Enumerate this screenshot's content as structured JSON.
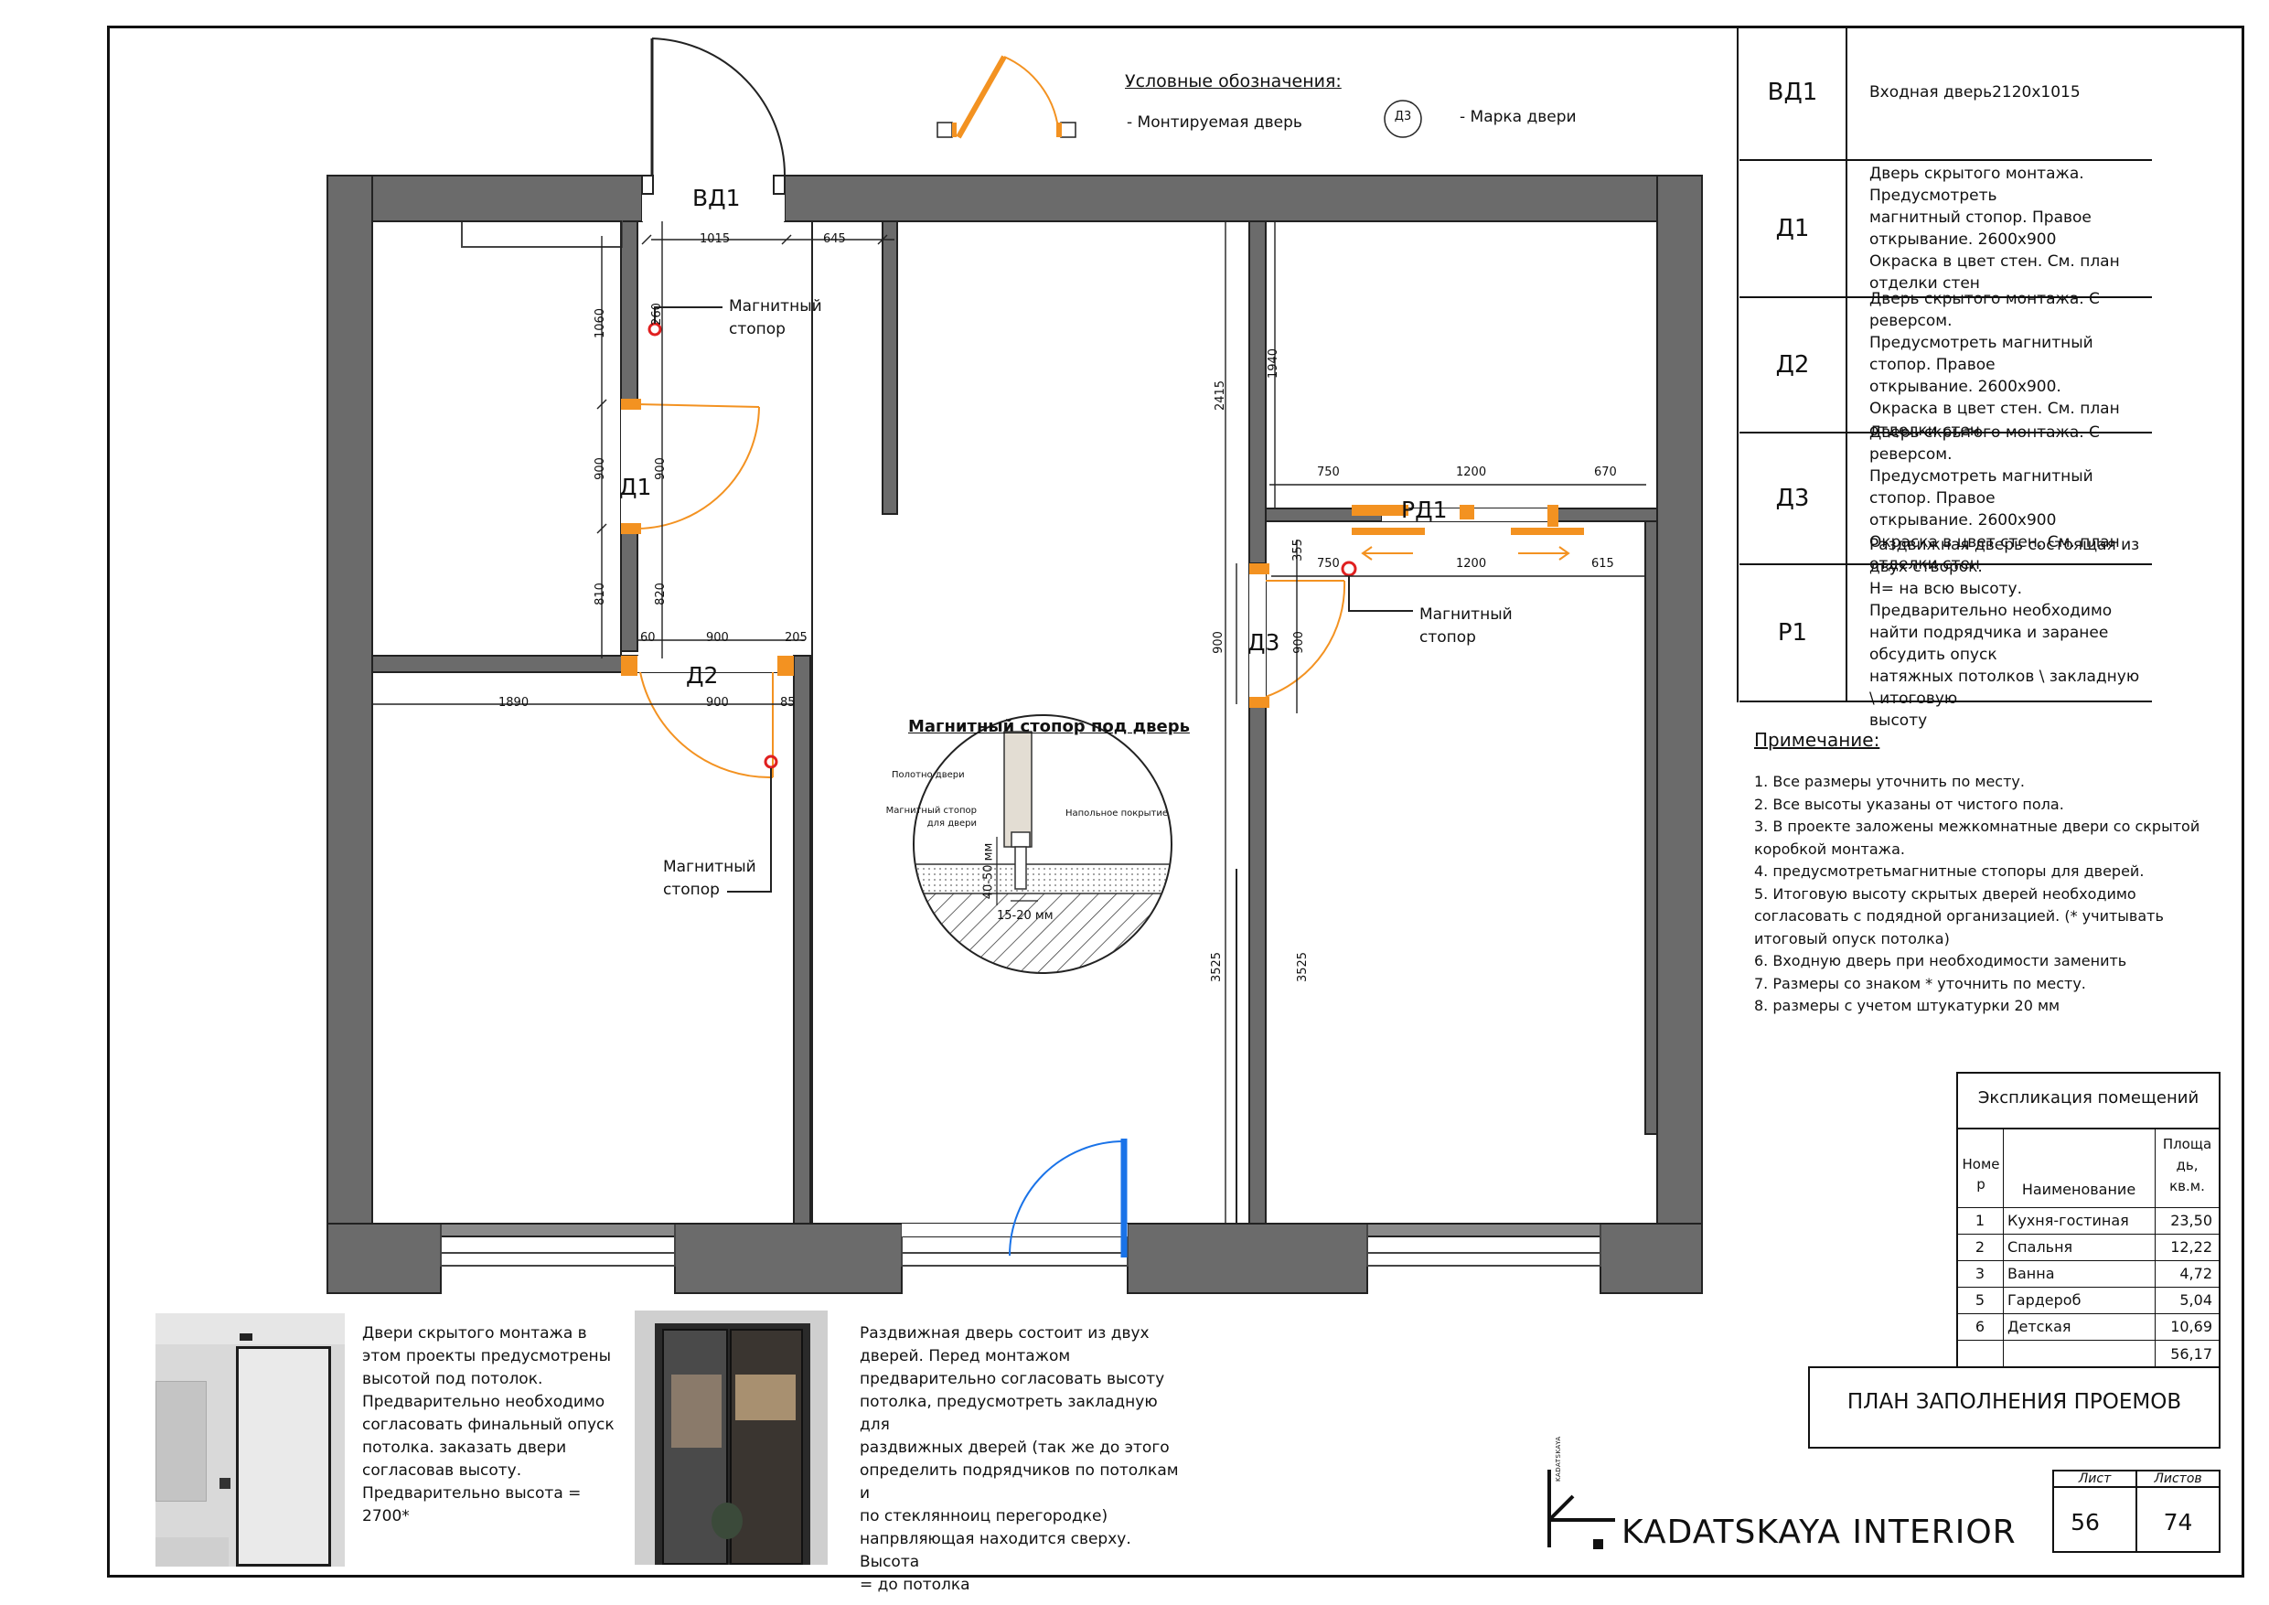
{
  "legend": {
    "title": "Условные обозначения:",
    "mounted_door": "- Монтируемая дверь",
    "door_tag_symbol": "Д3",
    "door_tag_label": "- Марка двери"
  },
  "plan_labels": {
    "vd1": "ВД1",
    "d1": "Д1",
    "d2": "Д2",
    "d3": "Д3",
    "rd1": "РД1",
    "stopper_1": "Магнитный\nстопор",
    "stopper_2": "Магнитный\nстопор",
    "stopper_3": "Магнитный\nстопор"
  },
  "dimensions": {
    "d_1015": "1015",
    "d_645": "645",
    "d_1060": "1060",
    "d_260": "260",
    "d_900_left": "900",
    "d_900_right": "900",
    "d_810": "810",
    "d_820": "820",
    "d_60": "60",
    "d_900_top": "900",
    "d_205": "205",
    "d_1890": "1890",
    "d_900_mid": "900",
    "d_85": "85",
    "d_2415": "2415",
    "d_1940": "1940",
    "d_750_a": "750",
    "d_1200_a": "1200",
    "d_670": "670",
    "d_355": "355",
    "d_750_b": "750",
    "d_1200_b": "1200",
    "d_615": "615",
    "d_900_d3a": "900",
    "d_900_d3b": "900",
    "d_3525_a": "3525",
    "d_3525_b": "3525"
  },
  "detail": {
    "title": "Магнитный стопор под дверь",
    "door_leaf": "Полотно двери",
    "stopper_for_door": "Магнитный стопор для двери",
    "floor": "Напольное покрытие",
    "dim_height": "40-50 мм",
    "dim_width": "15-20 мм"
  },
  "spec_table": [
    {
      "code": "ВД1",
      "text": "Входная дверь2120х1015"
    },
    {
      "code": "Д1",
      "text": "Дверь скрытого монтажа.  Предусмотреть\nмагнитный стопор. Правое\n открывание. 2600х900\nОкраска в цвет стен. См. план отделки стен"
    },
    {
      "code": "Д2",
      "text": "Дверь скрытого монтажа.  С реверсом.\nПредусмотреть магнитный стопор. Правое\n открывание. 2600х900.\nОкраска в цвет стен. См. план отделки стен"
    },
    {
      "code": "Д3",
      "text": "Дверь скрытого монтажа.  С реверсом.\nПредусмотреть магнитный стопор. Правое\n открывание. 2600х900\nОкраска в цвет стен. См. план отделки стен"
    },
    {
      "code": "Р1",
      "text": "Раздвижная дверь состоящая из двух створок.\nН= на всю высоту. Предварительно необходимо\nнайти подрядчика и заранее обсудить опуск\nнатяжных потолков \\ закладную \\ итоговую\nвысоту"
    }
  ],
  "notes": {
    "title": "Примечание:",
    "items": [
      "1. Все размеры уточнить по месту.",
      "2. Все высоты указаны от чистого пола.",
      "3. В проекте заложены межкомнатные двери со скрытой\n коробкой монтажа.",
      "4. предусмотретьмагнитные стопоры для дверей.",
      "5. Итоговую высоту скрытых дверей необходимо\n согласовать с подядной организацией. (* учитывать\n итоговый опуск потолка)",
      "6. Входную дверь при необходимости заменить",
      "7. Размеры со знаком *  уточнить по месту.",
      "8. размеры с учетом штукатурки 20 мм"
    ]
  },
  "explication": {
    "title": "Экспликация помещений",
    "col_num": "Номе\nр",
    "col_name": "Наименование",
    "col_area": "Площа\nдь,\nкв.м.",
    "rows": [
      {
        "num": "1",
        "name": "Кухня-гостиная",
        "area": "23,50"
      },
      {
        "num": "2",
        "name": "Спальня",
        "area": "12,22"
      },
      {
        "num": "3",
        "name": "Ванна",
        "area": "4,72"
      },
      {
        "num": "5",
        "name": "Гардероб",
        "area": "5,04"
      },
      {
        "num": "6",
        "name": "Детская",
        "area": "10,69"
      }
    ],
    "total": "56,17"
  },
  "caption_left": "Двери скрытого монтажа в\nэтом проекты предусмотрены\nвысотой под потолок.\nПредварительно необходимо\nсогласовать финальный опуск\nпотолка. заказать двери\nсогласовав высоту.\nПредварительно   высота =\n2700*",
  "caption_right": "Раздвижная дверь состоит из двух\nдверей. Перед монтажом\nпредварительно согласовать высоту\nпотолка, предусмотреть закладную для\nраздвижных дверей (так же до этого\nопределить подрядчиков по потолкам и\nпо стеклянноиц перегородке)\nнапрвляющая находится сверху. Высота\n= до потолка",
  "sheet": {
    "title": "ПЛАН ЗАПОЛНЕНИЯ ПРОЕМОВ",
    "list_label": "Лист",
    "lists_label": "Листов",
    "list": "56",
    "lists": "74"
  },
  "brand": {
    "name": "KADATSKAYA INTERIOR",
    "logo_small": "KADATSKAYA"
  },
  "colors": {
    "wall": "#6b6b6b",
    "door_orange": "#f39221",
    "glass_blue": "#1a73e8",
    "stopper_red": "#e02020"
  }
}
